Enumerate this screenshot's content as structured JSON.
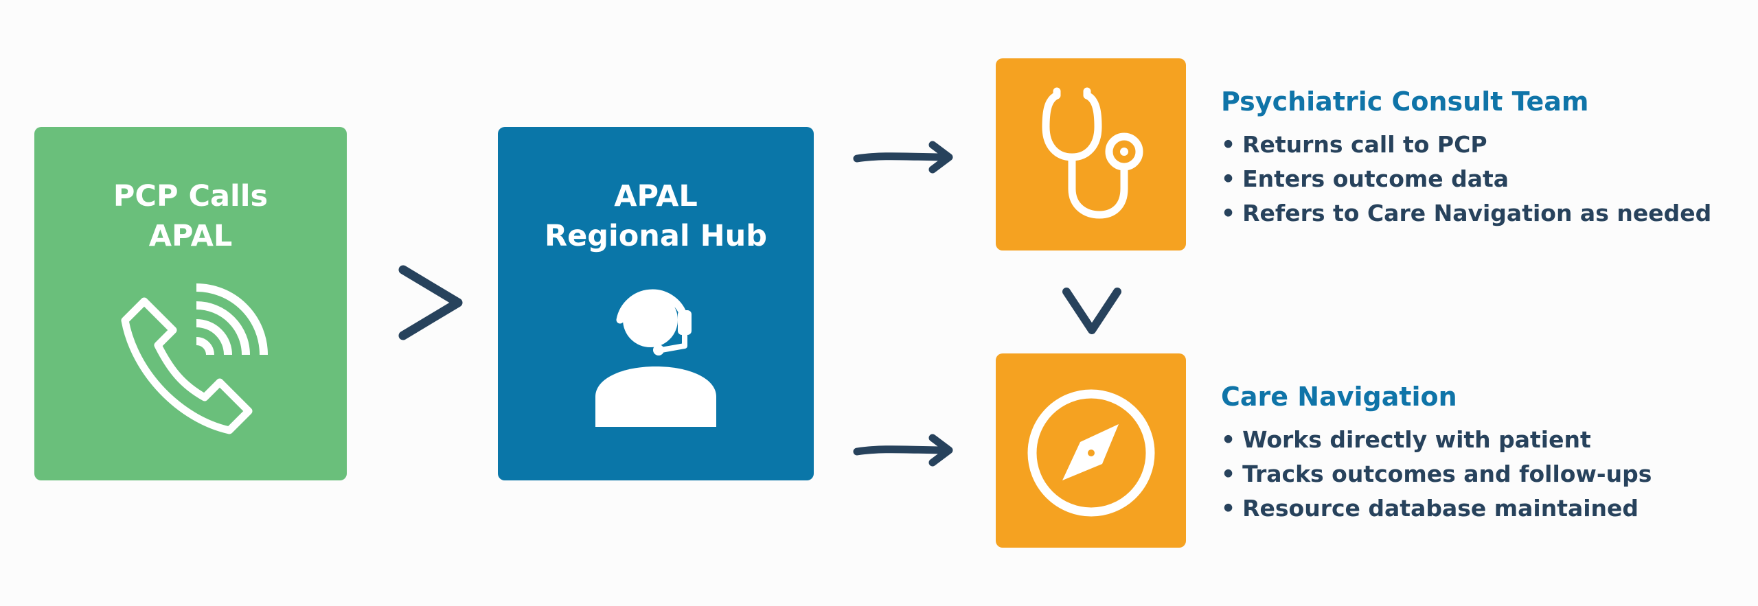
{
  "colors": {
    "background": "#fcfcfc",
    "green_box": "#6abf7b",
    "blue_box": "#0a76a8",
    "orange_box": "#f5a221",
    "heading_blue": "#0f74a8",
    "navy_text": "#27425c",
    "arrow": "#27425c"
  },
  "steps": {
    "pcp": {
      "title_line1": "PCP Calls",
      "title_line2": "APAL",
      "icon": "phone-ringing-icon"
    },
    "hub": {
      "title_line1": "APAL",
      "title_line2": "Regional Hub",
      "icon": "headset-agent-icon"
    },
    "consult": {
      "icon": "stethoscope-icon",
      "title": "Psychiatric Consult Team",
      "items": [
        "Returns call to PCP",
        "Enters outcome data",
        "Refers to Care Navigation as needed"
      ]
    },
    "navigation": {
      "icon": "compass-icon",
      "title": "Care Navigation",
      "items": [
        "Works directly with patient",
        "Tracks outcomes and follow-ups",
        "Resource database maintained"
      ]
    }
  }
}
